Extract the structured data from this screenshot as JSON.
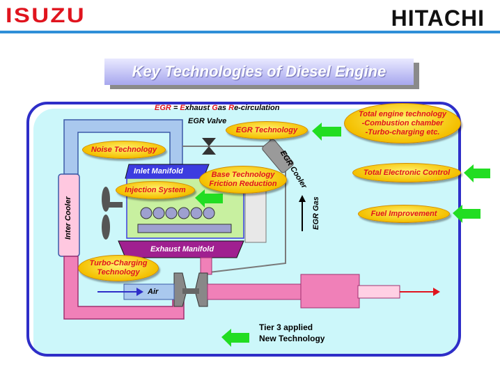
{
  "header": {
    "left_logo": "ISUZU",
    "right_logo": "HITACHI",
    "accent_line_color": "#2f8fd8"
  },
  "title": "Key Technologies of Diesel Engine",
  "egr_definition": {
    "abbr": "EGR",
    "equals": " = ",
    "e": "E",
    "xhaust": "xhaust ",
    "g": "G",
    "as": "as ",
    "r": "R",
    "ecirc": "e-circulation"
  },
  "components": {
    "egr_valve": "EGR Valve",
    "egr_cooler": "EGR Cooler",
    "egr_gas": "EGR Gas",
    "inlet_manifold": "Inlet Manifold",
    "exhaust_manifold": "Exhaust Manifold",
    "inter_cooler": "Inter Cooler",
    "air": "Air"
  },
  "technologies": {
    "noise": "Noise Technology",
    "egr": "EGR Technology",
    "injection": "Injection System",
    "base_line1": "Base Technology",
    "base_line2": "Friction Reduction",
    "turbo_line1": "Turbo-Charging",
    "turbo_line2": "Technology",
    "total_engine_line1": "Total engine technology",
    "total_engine_line2": "-Combustion chamber",
    "total_engine_line3": "-Turbo-charging    etc.",
    "electronic": "Total Electronic Control",
    "fuel": "Fuel Improvement"
  },
  "legend": {
    "line1": "Tier 3 applied",
    "line2": "New Technology"
  },
  "colors": {
    "panel_bg": "#ccf7fa",
    "panel_border": "#2e2ec8",
    "pipe_blue": "#a9c8ee",
    "pipe_pink": "#f080b8",
    "oval_yellow": "#f4c000",
    "oval_text": "#e0141e",
    "new_tech_arrow": "#22dd22"
  }
}
